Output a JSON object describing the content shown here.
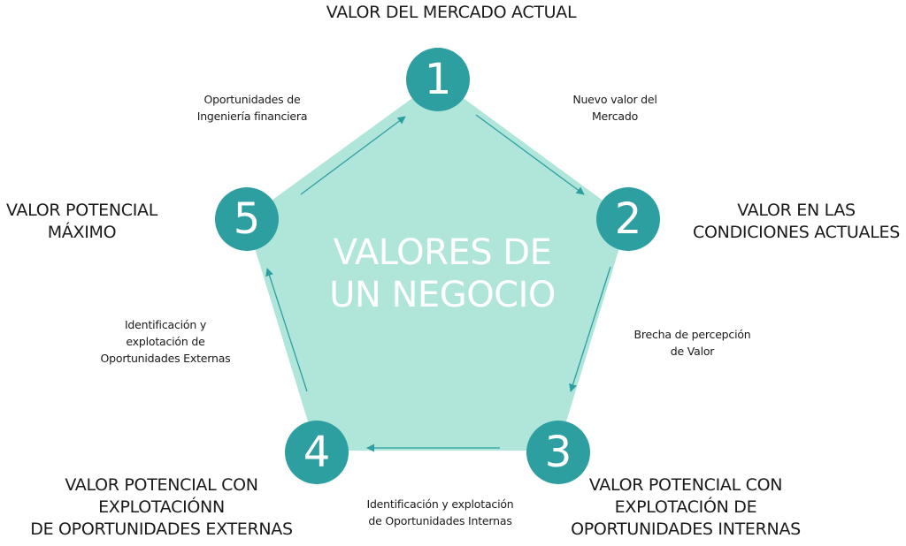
{
  "diagram": {
    "title": [
      "VALORES DE",
      "UN NEGOCIO"
    ],
    "colors": {
      "pentagon_fill": "#b0e5da",
      "node_fill": "#2e9fa1",
      "arrow": "#2e9fa1",
      "center_text": "#ffffff",
      "label_text": "#1a1a1a"
    },
    "nodes": [
      {
        "number": "1",
        "label": [
          "VALOR DEL MERCADO ACTUAL"
        ]
      },
      {
        "number": "2",
        "label": [
          "VALOR EN LAS",
          "CONDICIONES ACTUALES"
        ]
      },
      {
        "number": "3",
        "label": [
          "VALOR POTENCIAL CON",
          "EXPLOTACIÓN DE",
          "OPORTUNIDADES INTERNAS"
        ]
      },
      {
        "number": "4",
        "label": [
          "VALOR POTENCIAL CON",
          "EXPLOTACIÓNN",
          "DE OPORTUNIDADES EXTERNAS"
        ]
      },
      {
        "number": "5",
        "label": [
          "VALOR POTENCIAL",
          "MÁXIMO"
        ]
      }
    ],
    "edges": [
      {
        "from": "1",
        "to": "2",
        "label": [
          "Nuevo valor del",
          "Mercado"
        ]
      },
      {
        "from": "2",
        "to": "3",
        "label": [
          "Brecha de percepción",
          "de Valor"
        ]
      },
      {
        "from": "3",
        "to": "4",
        "label": [
          "Identificación y explotación",
          "de Oportunidades Internas"
        ]
      },
      {
        "from": "4",
        "to": "5",
        "label": [
          "Identificación y",
          "explotación de",
          "Oportunidades Externas"
        ]
      },
      {
        "from": "5",
        "to": "1",
        "label": [
          "Oportunidades de",
          "Ingeniería financiera"
        ]
      }
    ]
  }
}
